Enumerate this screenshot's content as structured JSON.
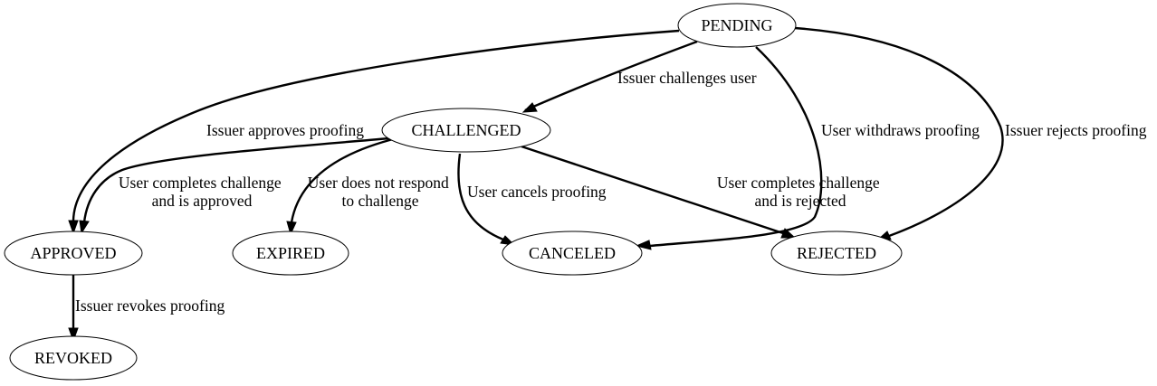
{
  "diagram": {
    "nodes": {
      "pending": "PENDING",
      "challenged": "CHALLENGED",
      "approved": "APPROVED",
      "expired": "EXPIRED",
      "canceled": "CANCELED",
      "rejected": "REJECTED",
      "revoked": "REVOKED"
    },
    "edges": {
      "pending_to_challenged": [
        "Issuer challenges user"
      ],
      "pending_to_approved": [
        "Issuer approves proofing"
      ],
      "pending_to_canceled": [
        "User withdraws proofing"
      ],
      "pending_to_rejected": [
        "Issuer rejects proofing"
      ],
      "challenged_to_approved": [
        "User completes challenge",
        "and is approved"
      ],
      "challenged_to_expired": [
        "User does not respond",
        "to challenge"
      ],
      "challenged_to_canceled": [
        "User cancels proofing"
      ],
      "challenged_to_rejected": [
        "User completes challenge",
        "and is rejected"
      ],
      "approved_to_revoked": [
        "Issuer revokes proofing"
      ]
    }
  }
}
